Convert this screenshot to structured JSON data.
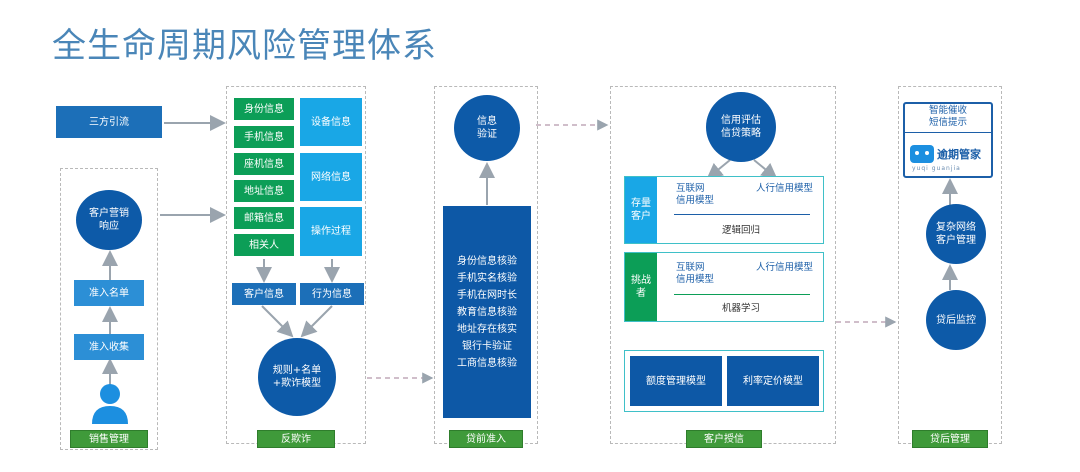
{
  "title": "全生命周期风险管理体系",
  "groups": {
    "sales": {
      "label": "销售管理",
      "third_party": "三方引流",
      "customer_marketing": "客户营销\n响应",
      "admission_list": "准入名单",
      "admission_collect": "准入收集"
    },
    "anti_fraud": {
      "label": "反欺诈",
      "left_items": [
        "身份信息",
        "手机信息",
        "座机信息",
        "地址信息",
        "邮箱信息",
        "相关人"
      ],
      "right_items": [
        "设备信息",
        "网络信息",
        "操作过程"
      ],
      "customer_info": "客户信息",
      "behavior_info": "行为信息",
      "rules_model": "规则+名单\n+欺诈模型"
    },
    "loan_admission": {
      "label": "贷前准入",
      "info_verify": "信息\n验证",
      "checks": [
        "身份信息核验",
        "手机实名核验",
        "手机在网时长",
        "教育信息核验",
        "地址存在核实",
        "银行卡验证",
        "工商信息核验"
      ]
    },
    "credit": {
      "label": "客户授信",
      "credit_eval": "信用评估\n信贷策略",
      "existing_label": "存量\n客户",
      "new_label": "挑战\n者",
      "internet_credit": "互联网\n信用模型",
      "pboc_credit": "人行信用模型",
      "logistic": "逻辑回归",
      "ml": "机器学习",
      "limit_model": "额度管理模型",
      "rate_model": "利率定价模型"
    },
    "post_loan": {
      "label": "贷后管理",
      "smart_collect": "智能催收\n短信提示",
      "brand": "逾期管家",
      "brand_sub": "yuqi guanjia",
      "repay_network": "复杂网络\n客户管理",
      "post_monitor": "贷后监控"
    }
  },
  "colors": {
    "title": "#4a86b8",
    "navy": "#0d5aa8",
    "green": "#0c9e57",
    "sky": "#19a7e6",
    "label_green": "#3f9a3a"
  }
}
